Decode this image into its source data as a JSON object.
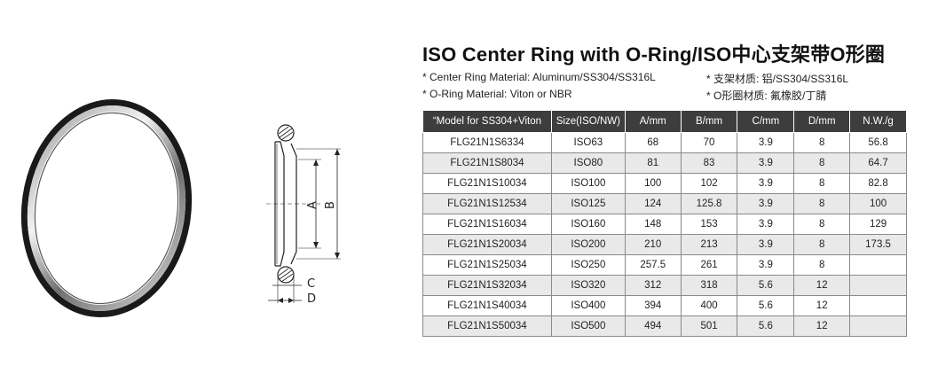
{
  "title": "ISO Center Ring with O-Ring/ISO中心支架带O形圈",
  "specs": {
    "material_en": "* Center Ring Material: Aluminum/SS304/SS316L",
    "oring_en": "* O-Ring Material: Viton or NBR",
    "material_cn": "* 支架材质: 铝/SS304/SS316L",
    "oring_cn": "* O形圈材质: 氟橡胶/丁腈"
  },
  "drawing": {
    "label_a": "A",
    "label_b": "B",
    "label_c": "C",
    "label_d": "D"
  },
  "table": {
    "headers": [
      "“Model for SS304+Viton",
      "Size(ISO/NW)",
      "A/mm",
      "B/mm",
      "C/mm",
      "D/mm",
      "N.W./g"
    ],
    "rows": [
      [
        "FLG21N1S6334",
        "ISO63",
        "68",
        "70",
        "3.9",
        "8",
        "56.8"
      ],
      [
        "FLG21N1S8034",
        "ISO80",
        "81",
        "83",
        "3.9",
        "8",
        "64.7"
      ],
      [
        "FLG21N1S10034",
        "ISO100",
        "100",
        "102",
        "3.9",
        "8",
        "82.8"
      ],
      [
        "FLG21N1S12534",
        "ISO125",
        "124",
        "125.8",
        "3.9",
        "8",
        "100"
      ],
      [
        "FLG21N1S16034",
        "ISO160",
        "148",
        "153",
        "3.9",
        "8",
        "129"
      ],
      [
        "FLG21N1S20034",
        "ISO200",
        "210",
        "213",
        "3.9",
        "8",
        "173.5"
      ],
      [
        "FLG21N1S25034",
        "ISO250",
        "257.5",
        "261",
        "3.9",
        "8",
        ""
      ],
      [
        "FLG21N1S32034",
        "ISO320",
        "312",
        "318",
        "5.6",
        "12",
        ""
      ],
      [
        "FLG21N1S40034",
        "ISO400",
        "394",
        "400",
        "5.6",
        "12",
        ""
      ],
      [
        "FLG21N1S50034",
        "ISO500",
        "494",
        "501",
        "5.6",
        "12",
        ""
      ]
    ]
  }
}
